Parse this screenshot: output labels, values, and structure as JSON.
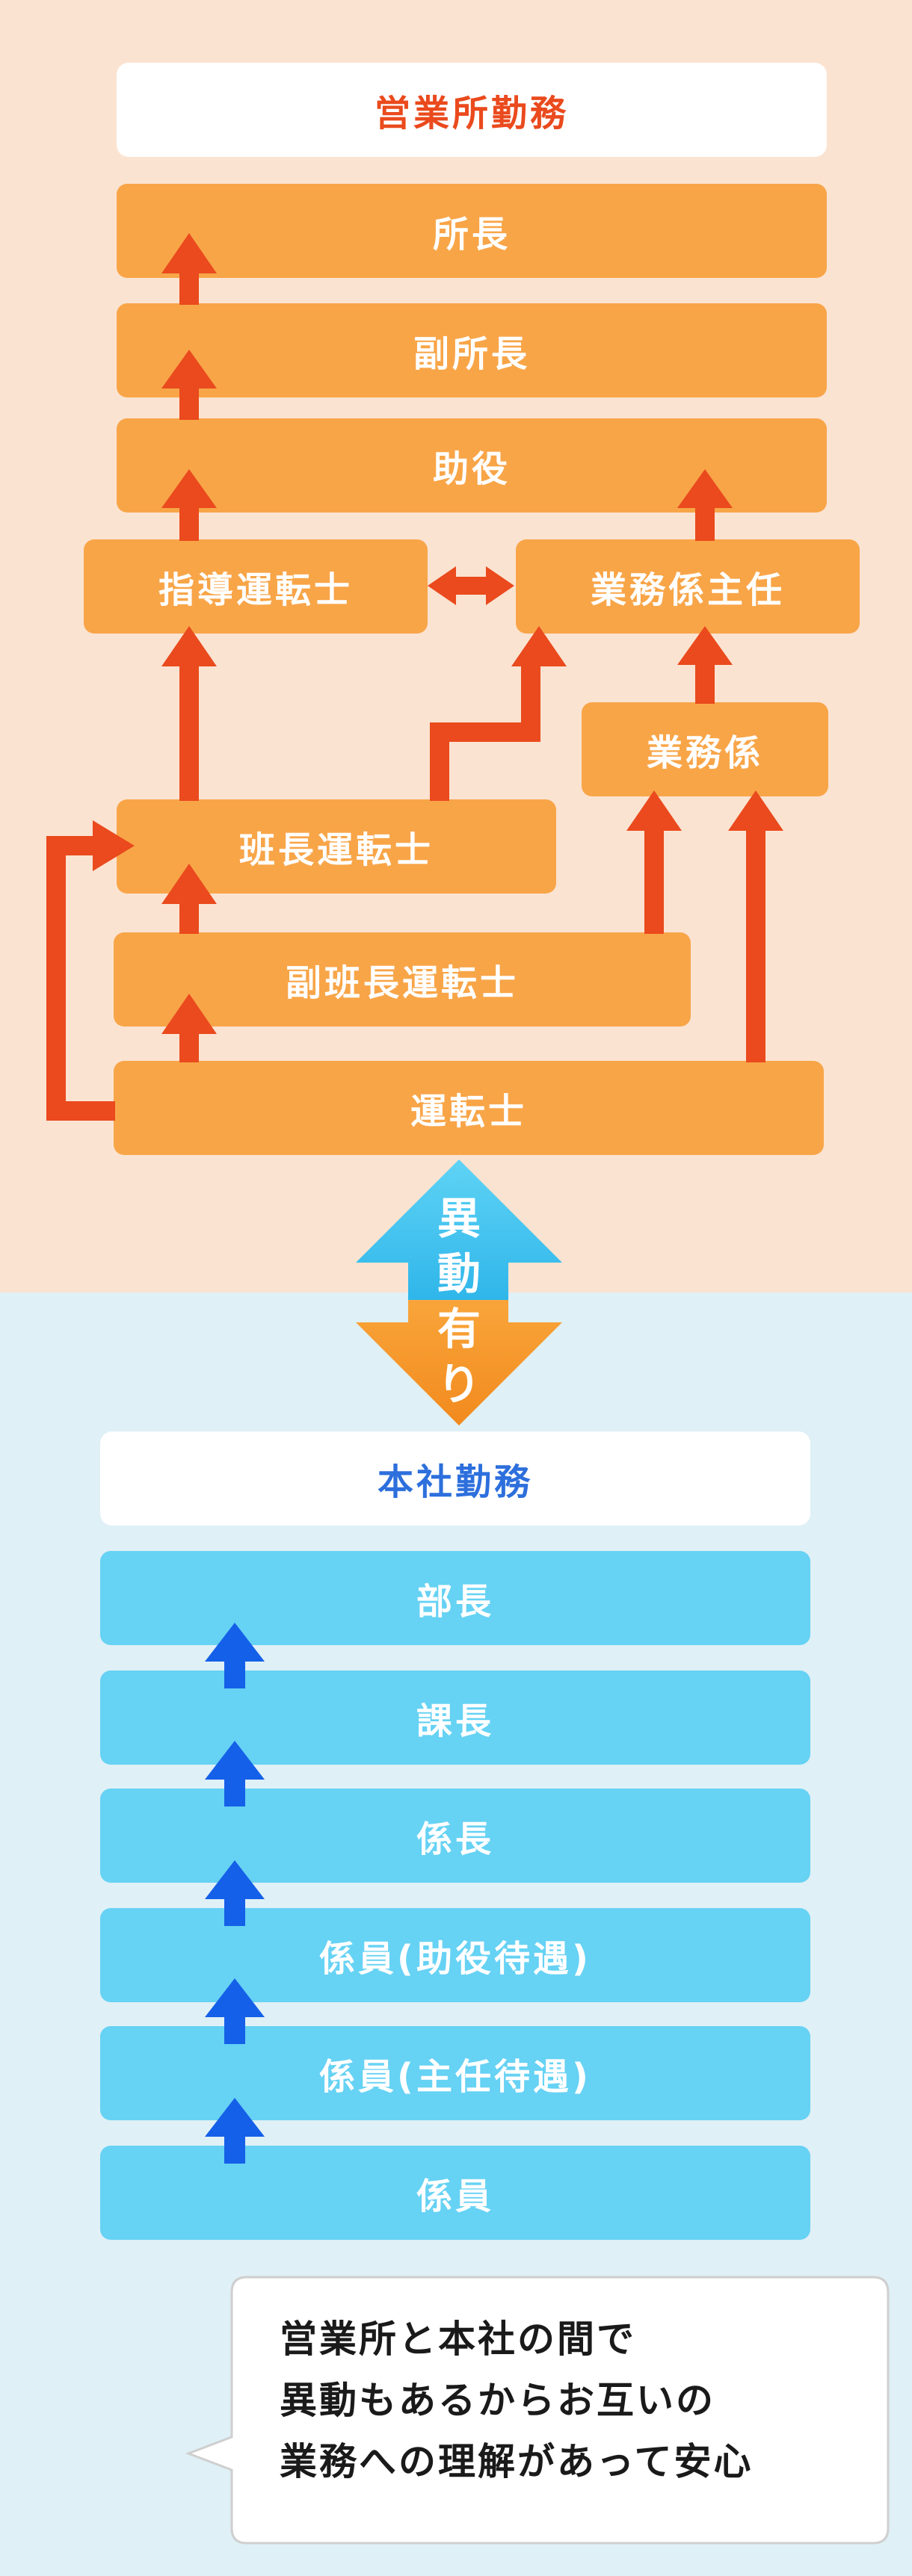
{
  "office": {
    "header": "営業所勤務",
    "boxes": {
      "shocho": "所長",
      "fuku_shocho": "副所長",
      "joyaku": "助役",
      "shido": "指導運転士",
      "gyomu_shunin": "業務係主任",
      "gyomu": "業務係",
      "hancho": "班長運転士",
      "fuku_hancho": "副班長運転士",
      "untenshi": "運転士"
    }
  },
  "transfer": {
    "chars": [
      "異",
      "動",
      "有",
      "り"
    ]
  },
  "hq": {
    "header": "本社勤務",
    "boxes": {
      "bucho": "部長",
      "kacho": "課長",
      "kakaricho": "係長",
      "kakari_joyaku": "係員(助役待遇)",
      "kakari_shunin": "係員(主任待遇)",
      "kakariin": "係員"
    }
  },
  "bubble": {
    "lines": [
      "営業所と本社の間で",
      "異動もあるからお互いの",
      "業務への理解があって安心"
    ]
  },
  "colors": {
    "orange_bg": "#fbe3d1",
    "blue_bg": "#dff0f6",
    "orange_box": "#f8a548",
    "blue_box": "#66d2f4",
    "red_arrow": "#ea4a1d",
    "blue_arrow": "#1560e8",
    "header_orange_text": "#ea4a1d",
    "header_blue_text": "#2d6fdc"
  }
}
